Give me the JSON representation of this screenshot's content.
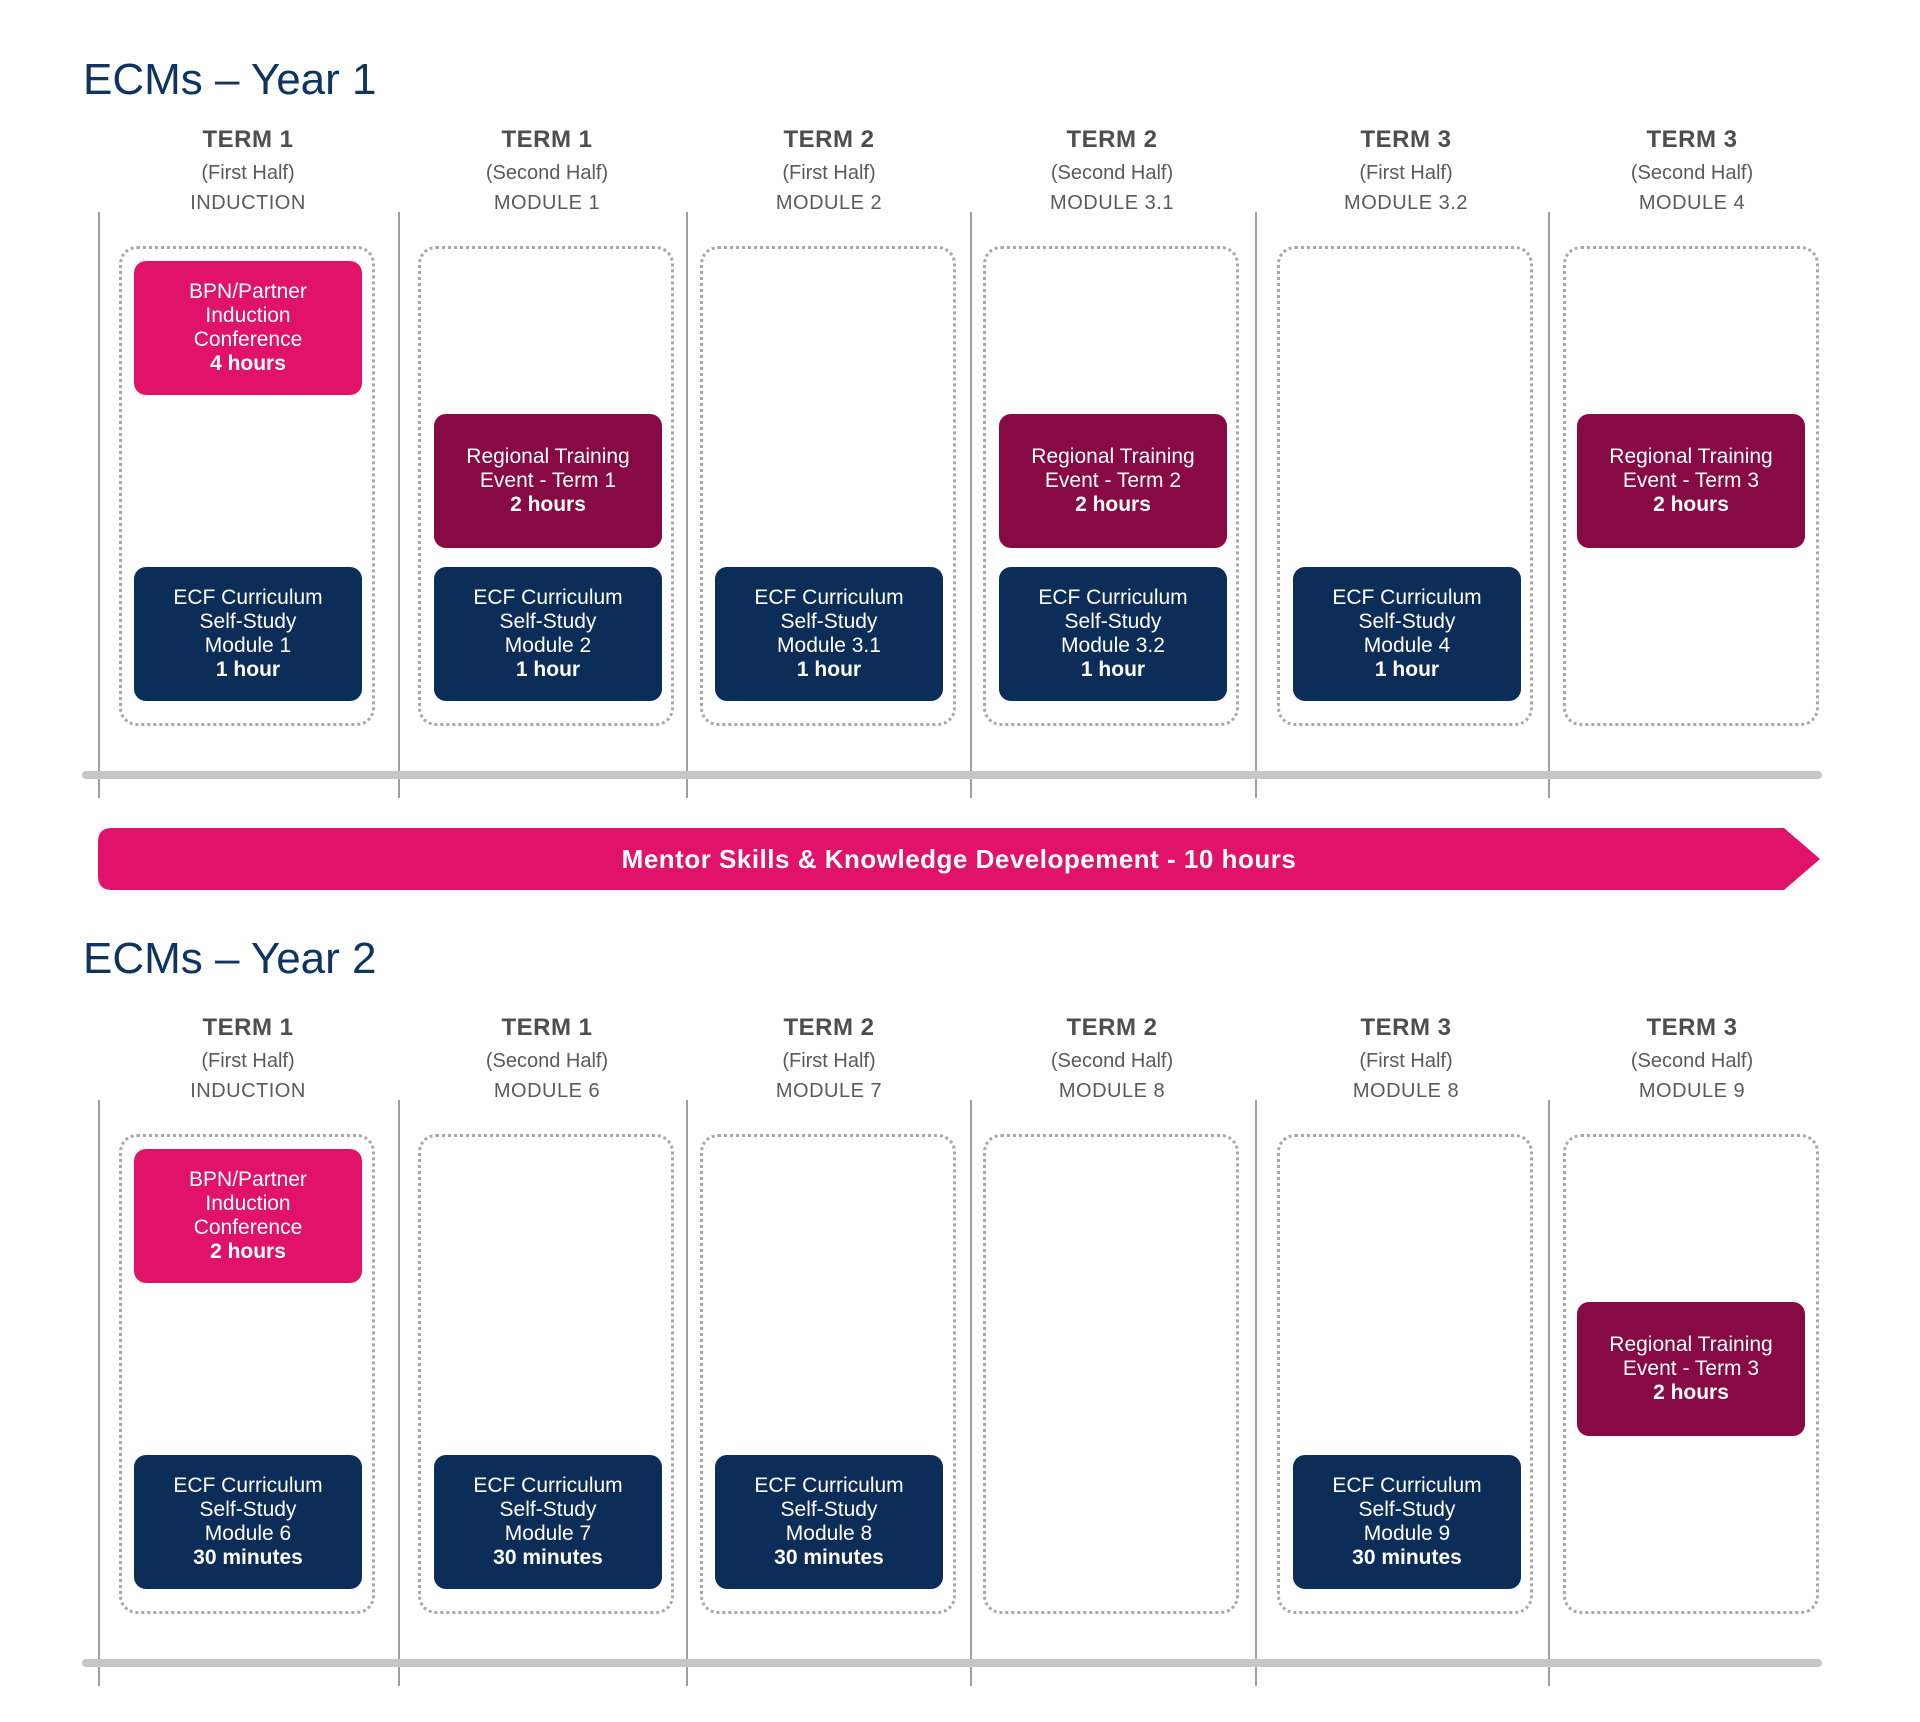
{
  "year1": {
    "title": "ECMs – Year 1",
    "columns": [
      {
        "term": "TERM 1",
        "half": "(First Half)",
        "module": "INDUCTION",
        "cards": [
          {
            "style": "pink",
            "slot": "top",
            "lines": [
              "BPN/Partner",
              "Induction",
              "Conference"
            ],
            "duration": "4 hours"
          },
          {
            "style": "navy",
            "slot": "bottom",
            "lines": [
              "ECF Curriculum",
              "Self-Study",
              "Module 1"
            ],
            "duration": "1 hour"
          }
        ]
      },
      {
        "term": "TERM 1",
        "half": "(Second Half)",
        "module": "MODULE 1",
        "cards": [
          {
            "style": "plum",
            "slot": "middle",
            "lines": [
              "Regional Training",
              "Event - Term 1"
            ],
            "duration": "2 hours"
          },
          {
            "style": "navy",
            "slot": "bottom",
            "lines": [
              "ECF Curriculum",
              "Self-Study",
              "Module 2"
            ],
            "duration": "1 hour"
          }
        ]
      },
      {
        "term": "TERM 2",
        "half": "(First Half)",
        "module": "MODULE 2",
        "cards": [
          {
            "style": "navy",
            "slot": "bottom",
            "lines": [
              "ECF Curriculum",
              "Self-Study",
              "Module 3.1"
            ],
            "duration": "1 hour"
          }
        ]
      },
      {
        "term": "TERM 2",
        "half": "(Second Half)",
        "module": "MODULE 3.1",
        "cards": [
          {
            "style": "plum",
            "slot": "middle",
            "lines": [
              "Regional Training",
              "Event - Term 2"
            ],
            "duration": "2 hours"
          },
          {
            "style": "navy",
            "slot": "bottom",
            "lines": [
              "ECF Curriculum",
              "Self-Study",
              "Module 3.2"
            ],
            "duration": "1 hour"
          }
        ]
      },
      {
        "term": "TERM 3",
        "half": "(First Half)",
        "module": "MODULE 3.2",
        "cards": [
          {
            "style": "navy",
            "slot": "bottom",
            "lines": [
              "ECF Curriculum",
              "Self-Study",
              "Module 4"
            ],
            "duration": "1 hour"
          }
        ]
      },
      {
        "term": "TERM 3",
        "half": "(Second Half)",
        "module": "MODULE 4",
        "cards": [
          {
            "style": "plum",
            "slot": "middle",
            "lines": [
              "Regional Training",
              "Event - Term 3"
            ],
            "duration": "2 hours"
          }
        ]
      }
    ]
  },
  "mentor_banner": "Mentor Skills & Knowledge Developement - 10 hours",
  "year2": {
    "title": "ECMs – Year 2",
    "columns": [
      {
        "term": "TERM 1",
        "half": "(First Half)",
        "module": "INDUCTION",
        "cards": [
          {
            "style": "pink",
            "slot": "top",
            "lines": [
              "BPN/Partner",
              "Induction",
              "Conference"
            ],
            "duration": "2 hours"
          },
          {
            "style": "navy",
            "slot": "bottom",
            "lines": [
              "ECF Curriculum",
              "Self-Study",
              "Module 6"
            ],
            "duration": "30 minutes"
          }
        ]
      },
      {
        "term": "TERM 1",
        "half": "(Second Half)",
        "module": "MODULE 6",
        "cards": [
          {
            "style": "navy",
            "slot": "bottom",
            "lines": [
              "ECF Curriculum",
              "Self-Study",
              "Module 7"
            ],
            "duration": "30 minutes"
          }
        ]
      },
      {
        "term": "TERM 2",
        "half": "(First Half)",
        "module": "MODULE 7",
        "cards": [
          {
            "style": "navy",
            "slot": "bottom",
            "lines": [
              "ECF Curriculum",
              "Self-Study",
              "Module 8"
            ],
            "duration": "30 minutes"
          }
        ]
      },
      {
        "term": "TERM 2",
        "half": "(Second Half)",
        "module": "MODULE 8",
        "cards": []
      },
      {
        "term": "TERM 3",
        "half": "(First Half)",
        "module": "MODULE 8",
        "cards": [
          {
            "style": "navy",
            "slot": "bottom",
            "lines": [
              "ECF Curriculum",
              "Self-Study",
              "Module 9"
            ],
            "duration": "30 minutes"
          }
        ]
      },
      {
        "term": "TERM 3",
        "half": "(Second Half)",
        "module": "MODULE 9",
        "cards": [
          {
            "style": "plum",
            "slot": "middle",
            "lines": [
              "Regional Training",
              "Event - Term 3"
            ],
            "duration": "2 hours"
          }
        ]
      }
    ]
  }
}
